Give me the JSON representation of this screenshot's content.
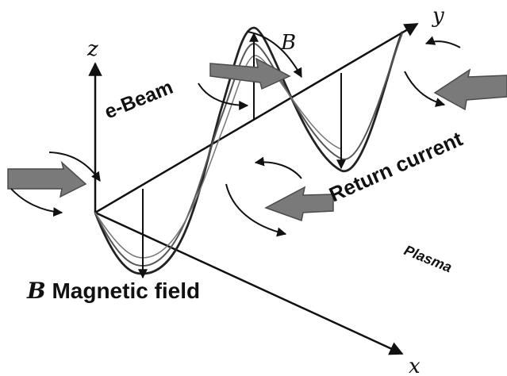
{
  "axes": {
    "x": "x",
    "y": "y",
    "z": "z"
  },
  "field_symbol": "B",
  "labels": {
    "ebeam": "e-Beam",
    "return_current": "Return current",
    "magnetic_field_symbol": "B",
    "magnetic_field_text": " Magnetic field",
    "plasma": "Plasma"
  },
  "colors": {
    "line": "#111111",
    "arrow_fill": "#7a7a7a",
    "arrow_edge": "#4a4a4a",
    "wave_inner": "#555555"
  }
}
